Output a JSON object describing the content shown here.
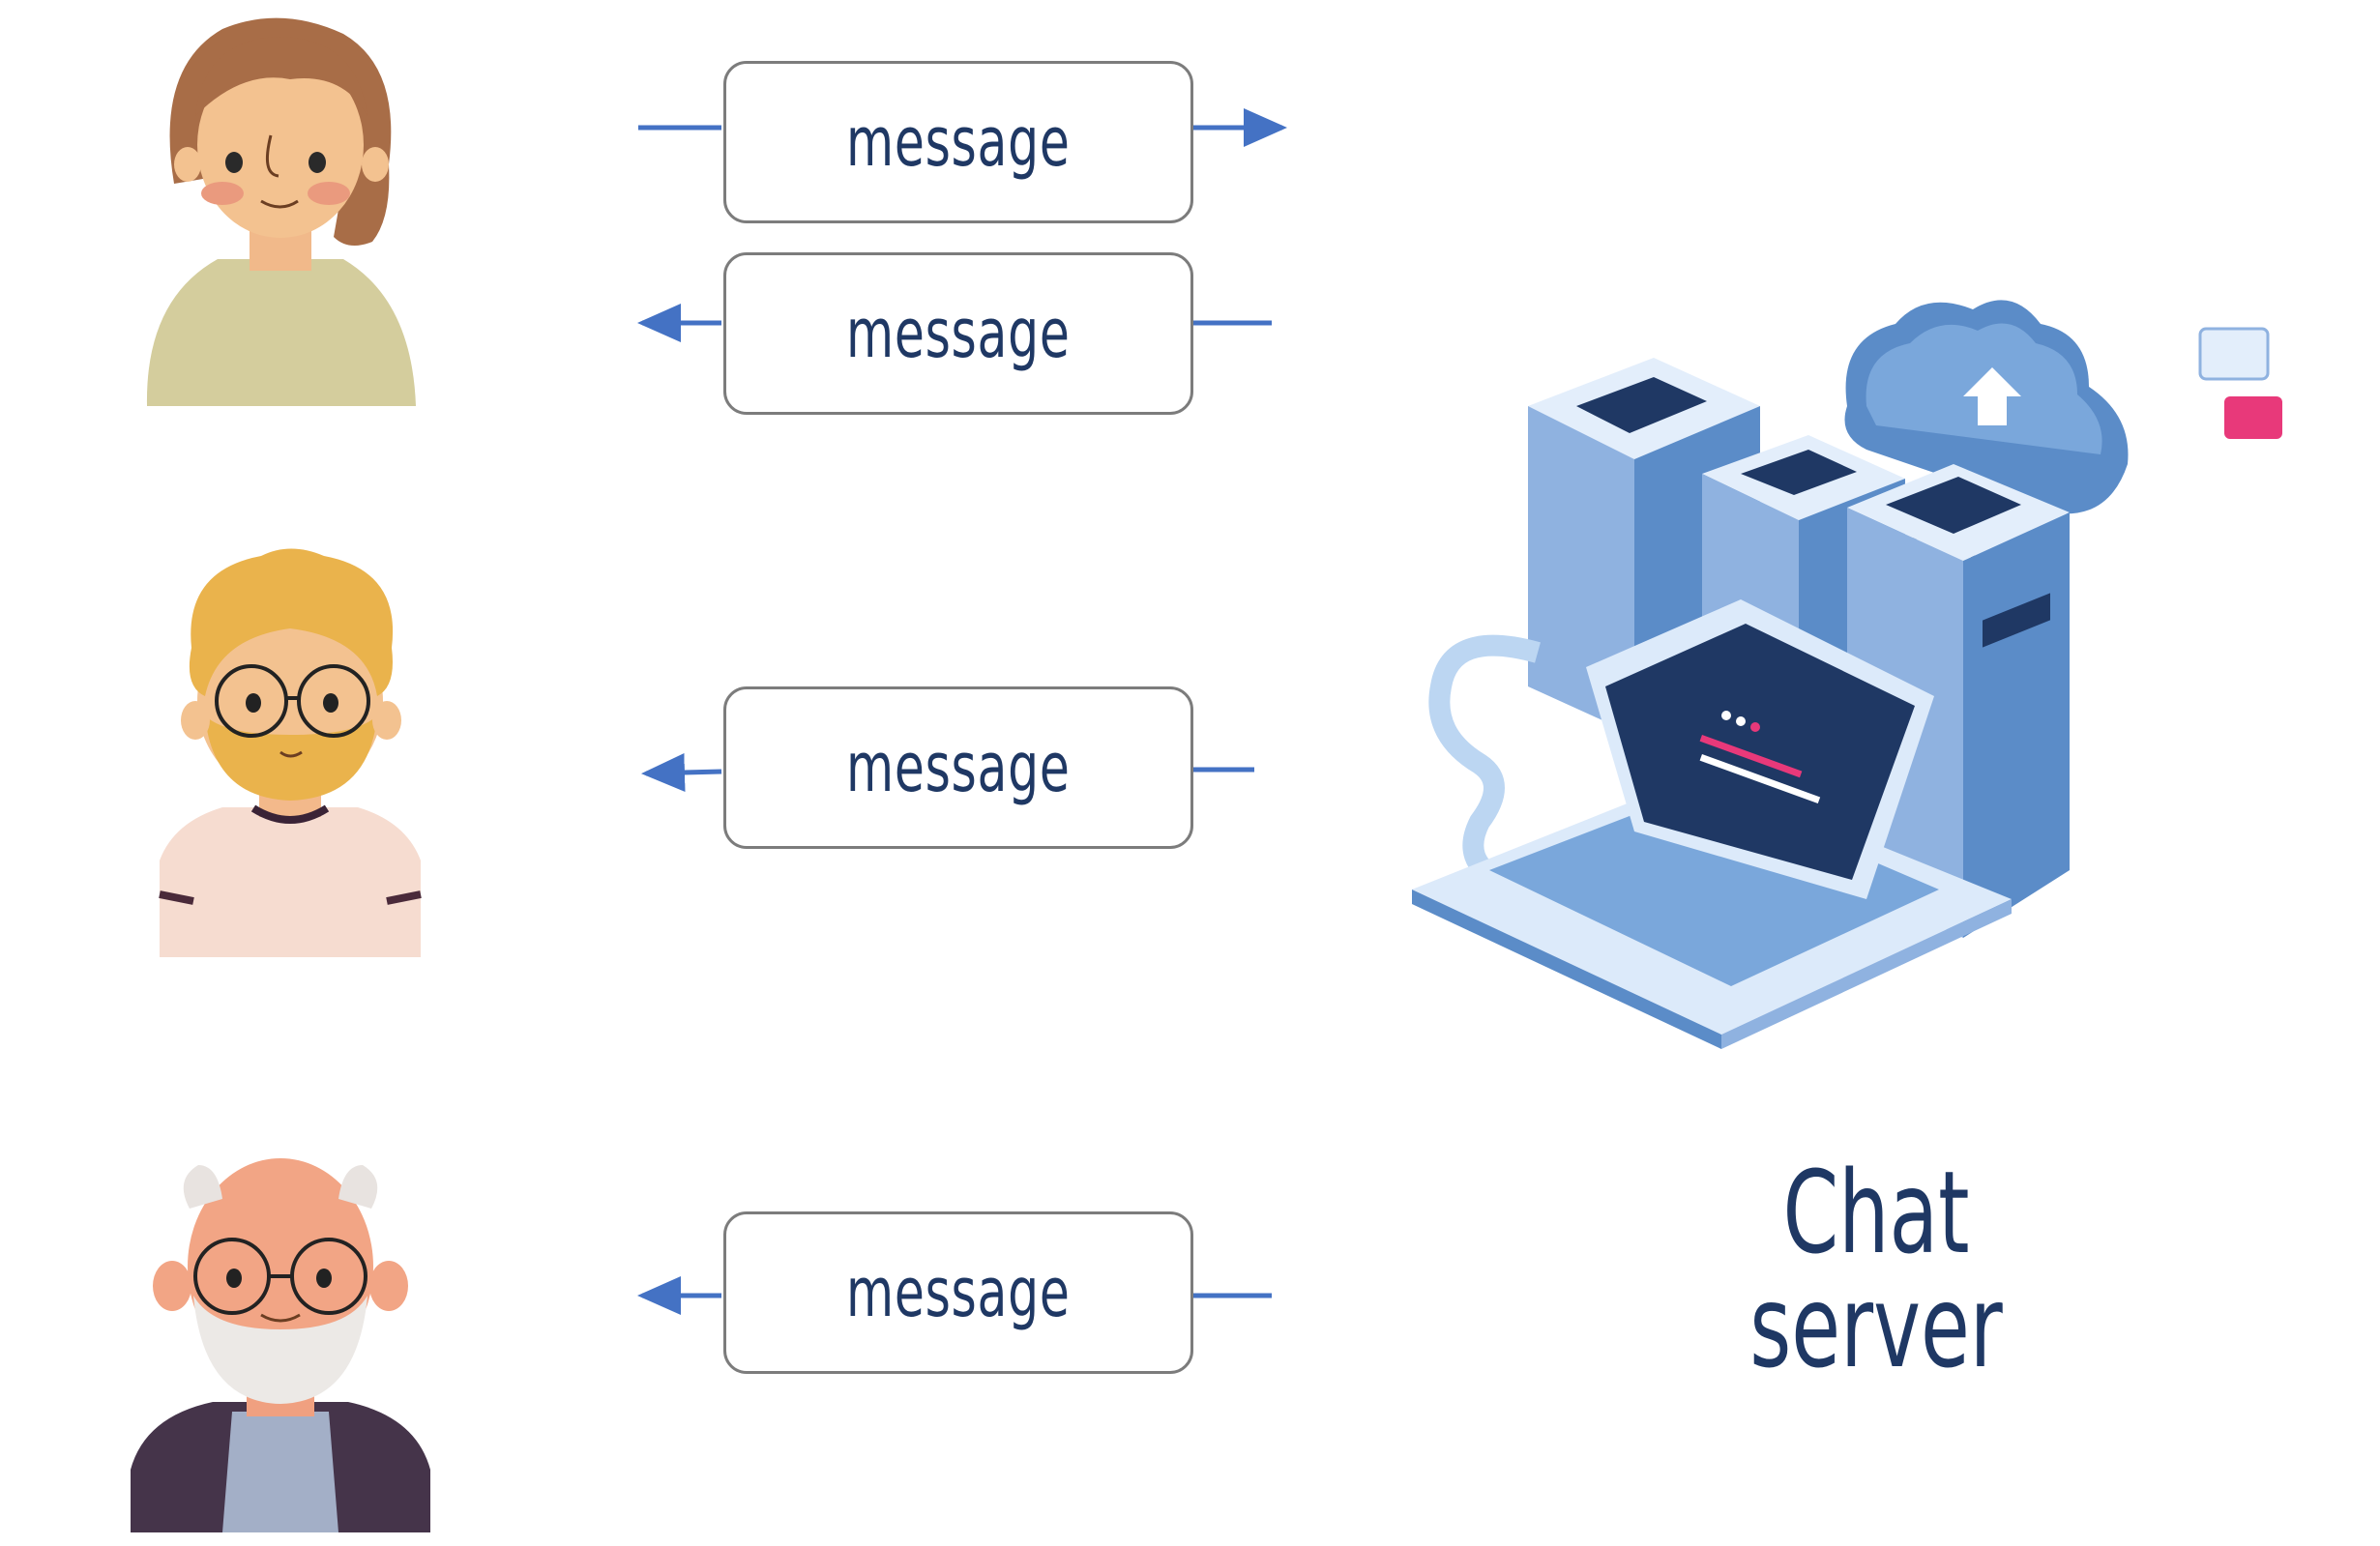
{
  "colors": {
    "arrow": "#4472c4",
    "box_border": "#7c7c7c",
    "text": "#1f3864"
  },
  "users": [
    {
      "icon": "woman-avatar-icon"
    },
    {
      "icon": "curly-haired-man-avatar-icon"
    },
    {
      "icon": "old-man-avatar-icon"
    }
  ],
  "messages": [
    {
      "label": "message",
      "direction": "to-server"
    },
    {
      "label": "message",
      "direction": "to-user"
    },
    {
      "label": "message",
      "direction": "to-user"
    },
    {
      "label": "message",
      "direction": "to-user"
    }
  ],
  "server": {
    "label": "Chat server",
    "icon": "server-laptop-cloud-icon"
  }
}
